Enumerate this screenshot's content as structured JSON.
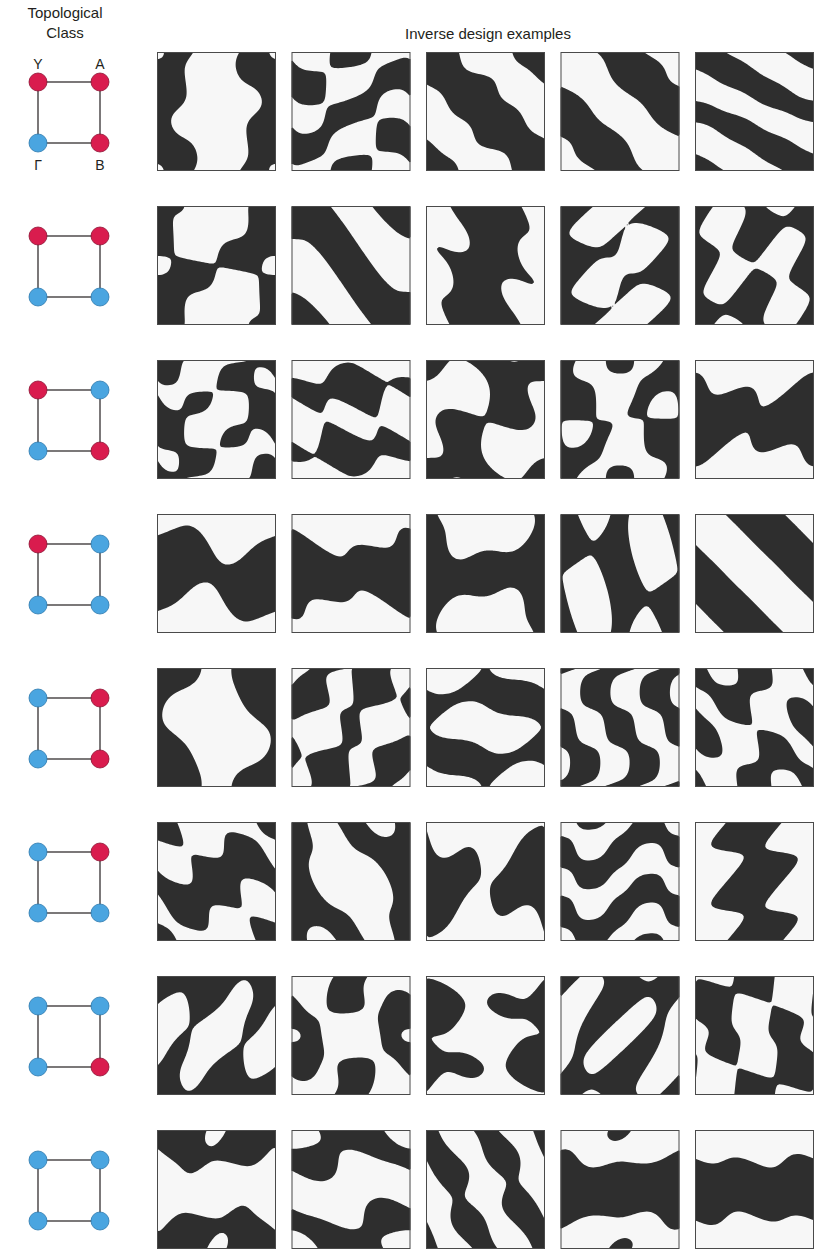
{
  "diagram": {
    "labels": [
      "Topological Class",
      "Inverse design examples",
      "Y",
      "A",
      "Γ",
      "B"
    ]
  }
}
